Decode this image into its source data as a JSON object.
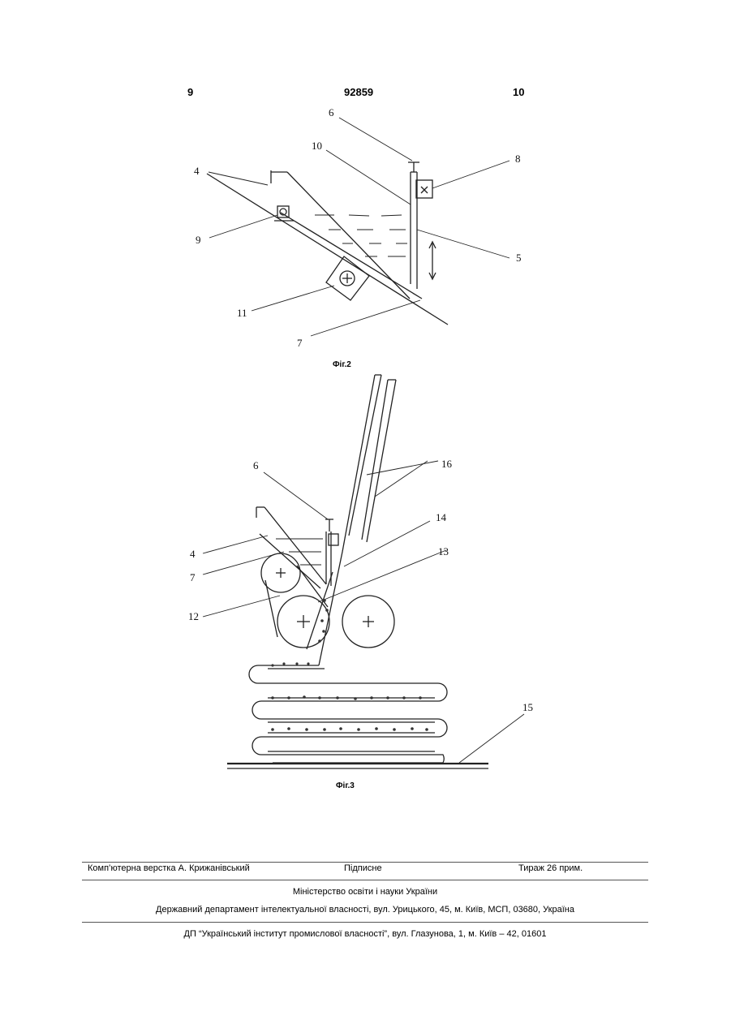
{
  "header": {
    "left_page": "9",
    "patent_number": "92859",
    "right_page": "10"
  },
  "fig2": {
    "caption": "Фіг.2",
    "labels": {
      "l6": "6",
      "l10": "10",
      "l8": "8",
      "l4": "4",
      "l9": "9",
      "l5": "5",
      "l11": "11",
      "l7": "7"
    }
  },
  "fig3": {
    "caption": "Фіг.3",
    "labels": {
      "l6": "6",
      "l16": "16",
      "l14": "14",
      "l4": "4",
      "l13": "13",
      "l7": "7",
      "l12": "12",
      "l15": "15"
    }
  },
  "footer": {
    "typesetting": "Комп’ютерна верстка А. Крижанівський",
    "signed": "Підписне",
    "circulation": "Тираж 26 прим.",
    "ministry": "Міністерство освіти і науки України",
    "department": "Державний департамент інтелектуальної власності, вул. Урицького, 45, м. Київ, МСП, 03680, Україна",
    "institute": "ДП “Український інститут промислової власності”, вул. Глазунова, 1, м. Київ – 42, 01601"
  }
}
